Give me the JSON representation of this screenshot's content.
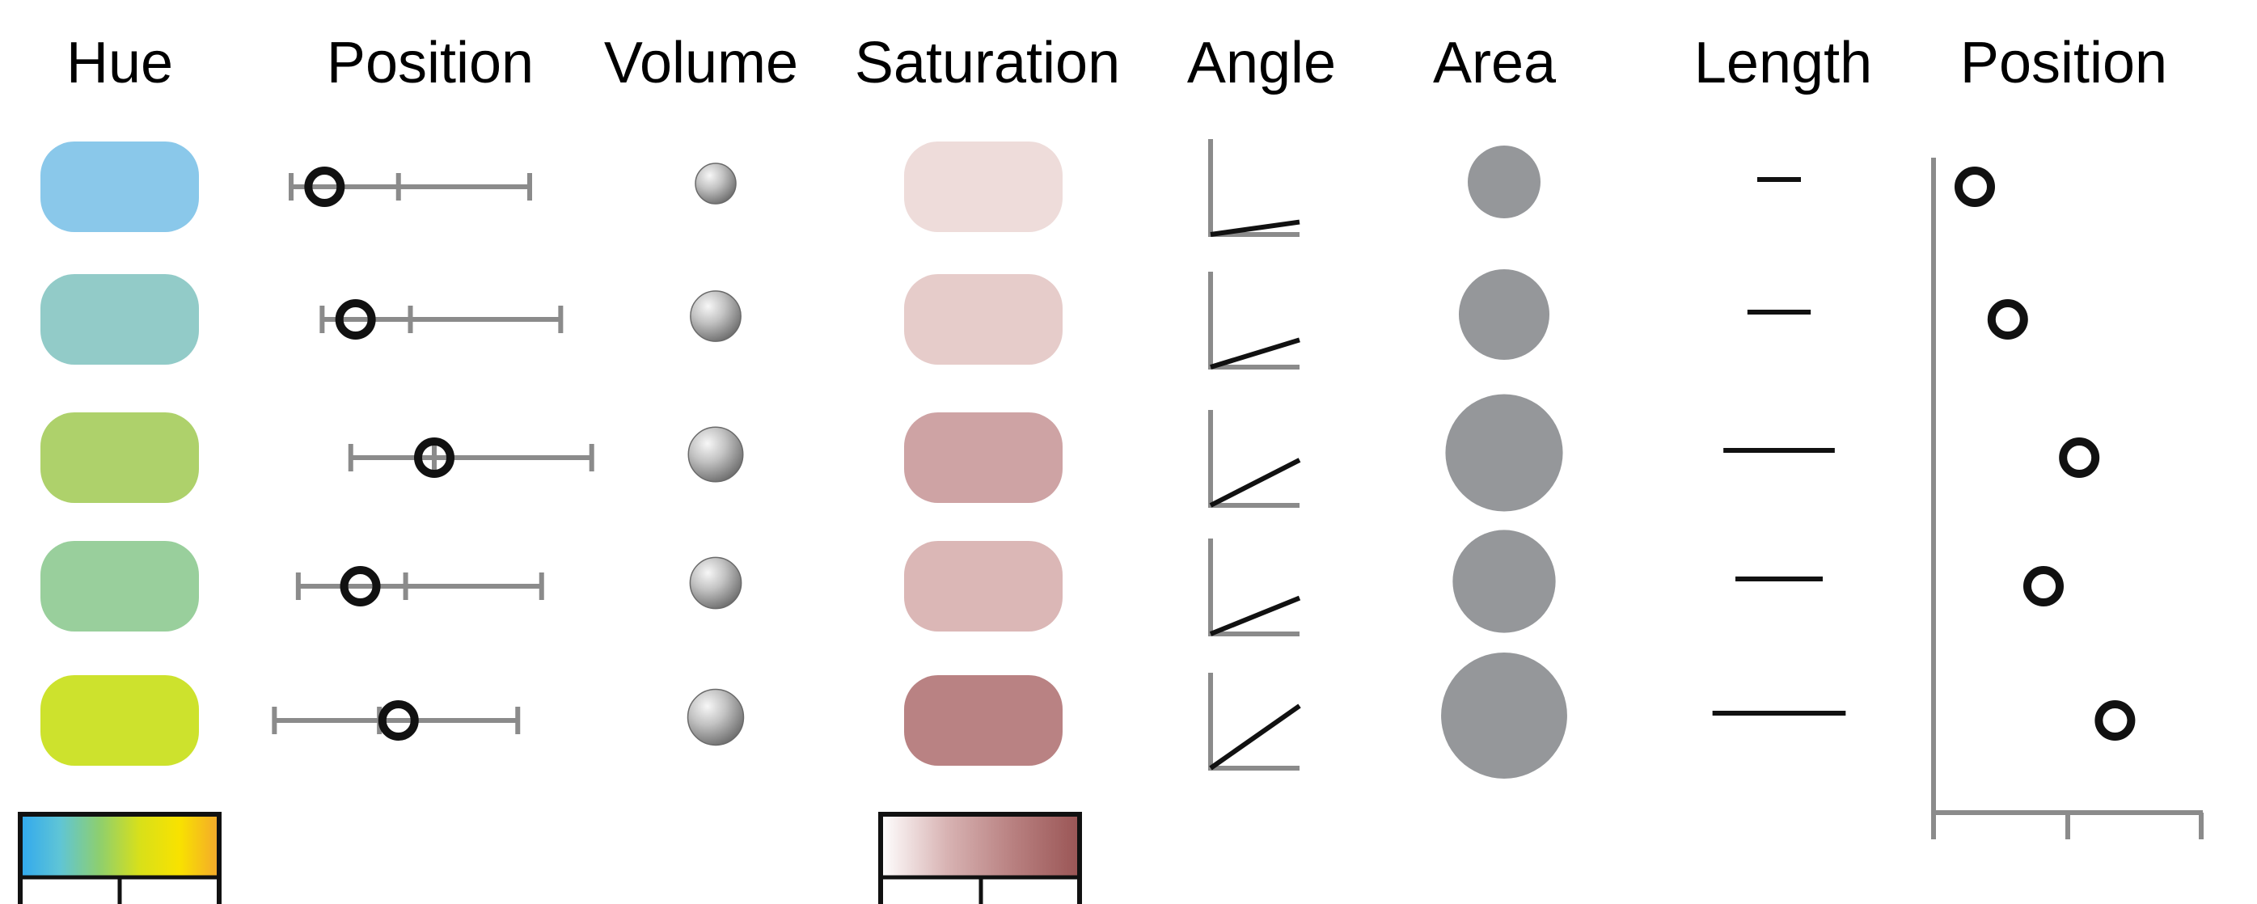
{
  "headers": [
    "Hue",
    "Position",
    "Volume",
    "Saturation",
    "Angle",
    "Area",
    "Length",
    "Position"
  ],
  "values": {
    "hue_colors": [
      "#8ac8ea",
      "#92cbc8",
      "#aed16b",
      "#99cf9c",
      "#cde22d"
    ],
    "position_errorbar": [
      {
        "point": 0.14,
        "low": 0.0,
        "mid": 0.45,
        "high": 1.0
      },
      {
        "point": 0.27,
        "low": 0.13,
        "mid": 0.5,
        "high": 1.13
      },
      {
        "point": 0.6,
        "low": 0.25,
        "mid": 0.6,
        "high": 1.26
      },
      {
        "point": 0.29,
        "low": 0.03,
        "mid": 0.48,
        "high": 1.05
      },
      {
        "point": 0.45,
        "low": -0.07,
        "mid": 0.37,
        "high": 0.95
      }
    ],
    "volume": [
      1.0,
      1.55,
      1.82,
      1.6,
      1.9
    ],
    "saturation_colors": [
      "#eedcda",
      "#e6ccca",
      "#cea3a4",
      "#dbb7b6",
      "#b98283"
    ],
    "angle_degrees": [
      8,
      17,
      27,
      22,
      35
    ],
    "area": [
      1.0,
      1.55,
      2.6,
      2.0,
      3.0
    ],
    "length": [
      1.0,
      1.45,
      2.55,
      2.0,
      3.05
    ],
    "position_axis": [
      0.15,
      0.27,
      0.53,
      0.4,
      0.66
    ]
  },
  "scales": {
    "hue_gradient": [
      "#30a8ee",
      "#5fc5d6",
      "#8ecf6e",
      "#d8e01a",
      "#f8e200",
      "#f4a82c"
    ],
    "saturation_gradient": [
      "#ffffff",
      "#d8b3b3",
      "#b88080",
      "#9a5555"
    ]
  },
  "colors": {
    "neutral_gray": "#95979a",
    "error_bar_gray": "#8b8b8b",
    "marker_black": "#111111"
  }
}
